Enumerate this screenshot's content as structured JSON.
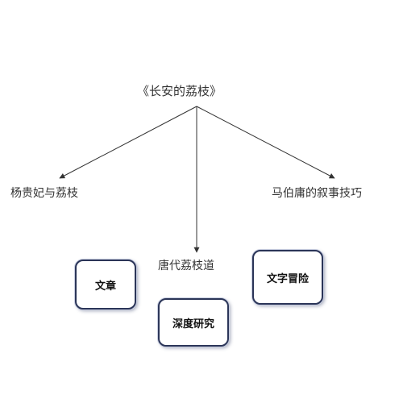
{
  "mindmap": {
    "root": "《长安的荔枝》",
    "branches": {
      "left": "杨贵妃与荔枝",
      "center": "唐代荔枝道",
      "right": "马伯庸的叙事技巧"
    }
  },
  "cards": {
    "wenzhang": "文章",
    "shendu": "深度研究",
    "maoxian": "文字冒险"
  },
  "colors": {
    "edge": "#333333",
    "card_border": "#2b3558",
    "text": "#333333"
  }
}
